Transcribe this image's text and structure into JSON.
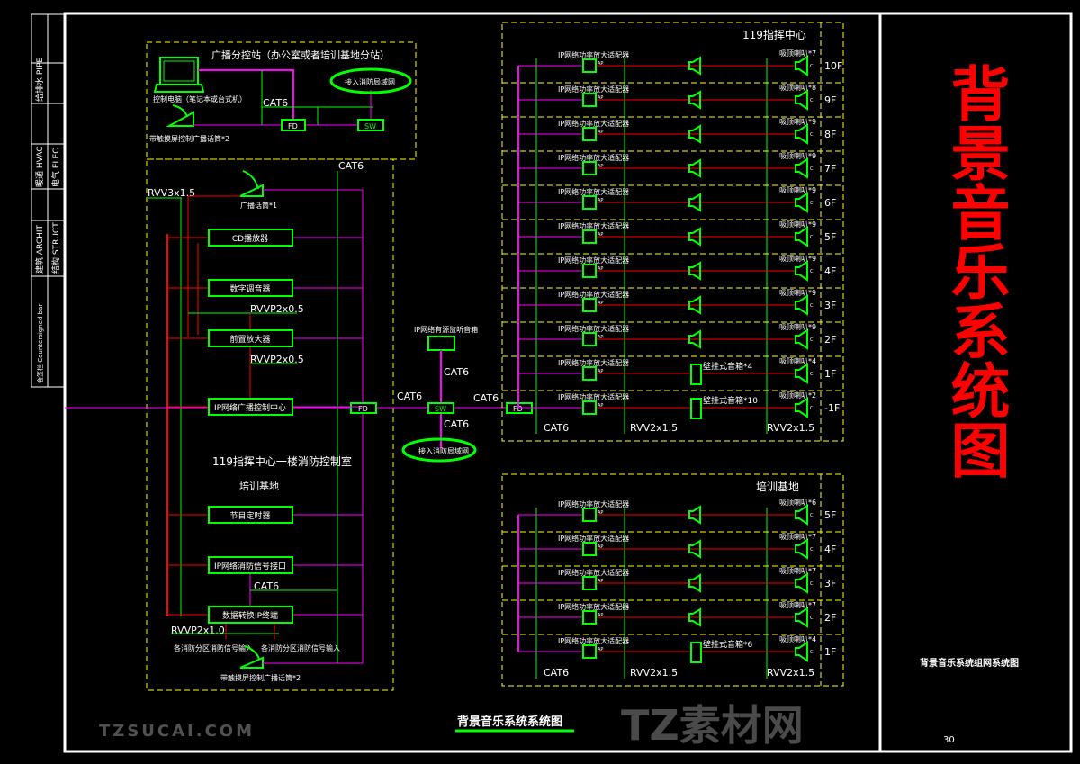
{
  "title_block": {
    "rows": [
      "给排水 PIPE",
      "暖通 HVAC",
      "电气 ELEC",
      "建筑 ARCHIT",
      "结构 STRUCT",
      "会签栏 Countersigned bar"
    ]
  },
  "overlay_title": "背景音乐系统图",
  "watermark": {
    "main": "TZ素材网",
    "sub": "TZSUCAI.COM"
  },
  "branch_station": {
    "title": "广播分控站（办公室或者培训基地分站）",
    "computer_label": "控制电脑（笔记本或台式机）",
    "mic_label": "带触摸屏控制广播话筒*2",
    "cable": "CAT6",
    "fd": "FD",
    "sw": "SW",
    "cloud": "接入消防局域网"
  },
  "control_room": {
    "cable_top": "CAT6",
    "power_cable": "RVV3x1.5",
    "mic_label": "广播话筒*1",
    "devices": [
      "CD播放器",
      "数字调音器",
      "前置放大器",
      "IP网络广播控制中心",
      "节目定时器",
      "IP网络消防信号接口",
      "数据转换IP终端"
    ],
    "rvvp_1": "RVVP2x0.5",
    "rvvp_2": "RVVP2x0.5",
    "fd": "FD",
    "room_title": "119指挥中心一楼消防控制室",
    "room_subtitle": "培训基地",
    "cat6_lower": "CAT6",
    "rvvp_lower": "RVVP2x1.0",
    "fire_input_left": "各消防分区消防信号输入",
    "fire_input_right": "各消防分区消防信号输入",
    "bottom_mic_label": "带触摸屏控制广播话筒*2"
  },
  "middle": {
    "ip_speaker_label": "IP网络有源监听音箱",
    "cat6_a": "CAT6",
    "cat6_b": "CAT6",
    "cat6_left": "CAT6",
    "cat6_right": "CAT6",
    "sw": "SW",
    "fd": "FD",
    "cloud": "接入消防局域网"
  },
  "command_center": {
    "title": "119指挥中心",
    "amp_label": "IP网络功率放大适配器",
    "amp_tag": "AP",
    "speaker_tag": "C",
    "floors": [
      {
        "floor": "10F",
        "speakers": "吸顶喇叭*7"
      },
      {
        "floor": "9F",
        "speakers": "吸顶喇叭*8"
      },
      {
        "floor": "8F",
        "speakers": "吸顶喇叭*9"
      },
      {
        "floor": "7F",
        "speakers": "吸顶喇叭*9"
      },
      {
        "floor": "6F",
        "speakers": "吸顶喇叭*9"
      },
      {
        "floor": "5F",
        "speakers": "吸顶喇叭*9"
      },
      {
        "floor": "4F",
        "speakers": "吸顶喇叭*9"
      },
      {
        "floor": "3F",
        "speakers": "吸顶喇叭*9"
      },
      {
        "floor": "2F",
        "speakers": "吸顶喇叭*9"
      },
      {
        "floor": "1F",
        "speakers": "吸顶喇叭*4",
        "wall": "壁挂式音箱*4"
      },
      {
        "floor": "-1F",
        "speakers": "吸顶喇叭*2",
        "wall": "壁挂式音箱*10"
      }
    ],
    "cables": [
      "CAT6",
      "RVV2x1.5",
      "RVV2x1.5"
    ]
  },
  "training_base": {
    "title": "培训基地",
    "floors": [
      {
        "floor": "5F",
        "speakers": "吸顶喇叭*6"
      },
      {
        "floor": "4F",
        "speakers": "吸顶喇叭*7"
      },
      {
        "floor": "3F",
        "speakers": "吸顶喇叭*7"
      },
      {
        "floor": "2F",
        "speakers": "吸顶喇叭*7"
      },
      {
        "floor": "1F",
        "speakers": "吸顶喇叭*4",
        "wall": "壁挂式音箱*6"
      }
    ],
    "cables": [
      "CAT6",
      "RVV2x1.5",
      "RVV2x1.5"
    ]
  },
  "drawing_caption": "背景音乐系统系统图",
  "sheet": {
    "name": "背景音乐系统组网系统图",
    "number": "30"
  }
}
